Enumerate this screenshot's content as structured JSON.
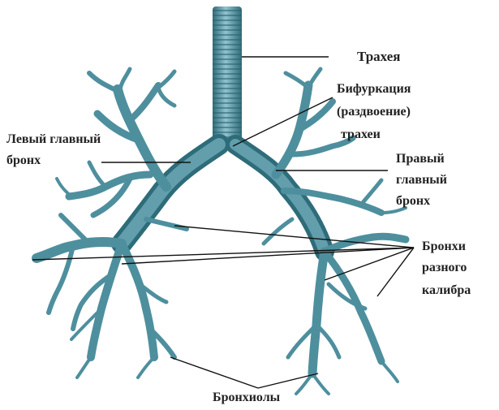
{
  "labels": {
    "trachea": "Трахея",
    "bifurcation_1": "Бифуркация",
    "bifurcation_2": "(раздвоение)",
    "bifurcation_3": "трахеи",
    "left_bronchus_1": "Левый главный",
    "left_bronchus_2": "бронх",
    "right_bronchus_1": "Правый",
    "right_bronchus_2": "главный",
    "right_bronchus_3": "бронх",
    "bronchi_various_1": "Бронхи",
    "bronchi_various_2": "разного",
    "bronchi_various_3": "калибра",
    "bronchioles": "Бронхиолы"
  },
  "colors": {
    "airway_dark": "#2f6c7a",
    "airway_mid": "#5f9fae",
    "airway_light": "#8fc3cf",
    "leader_line": "#111111",
    "text": "#222222"
  }
}
